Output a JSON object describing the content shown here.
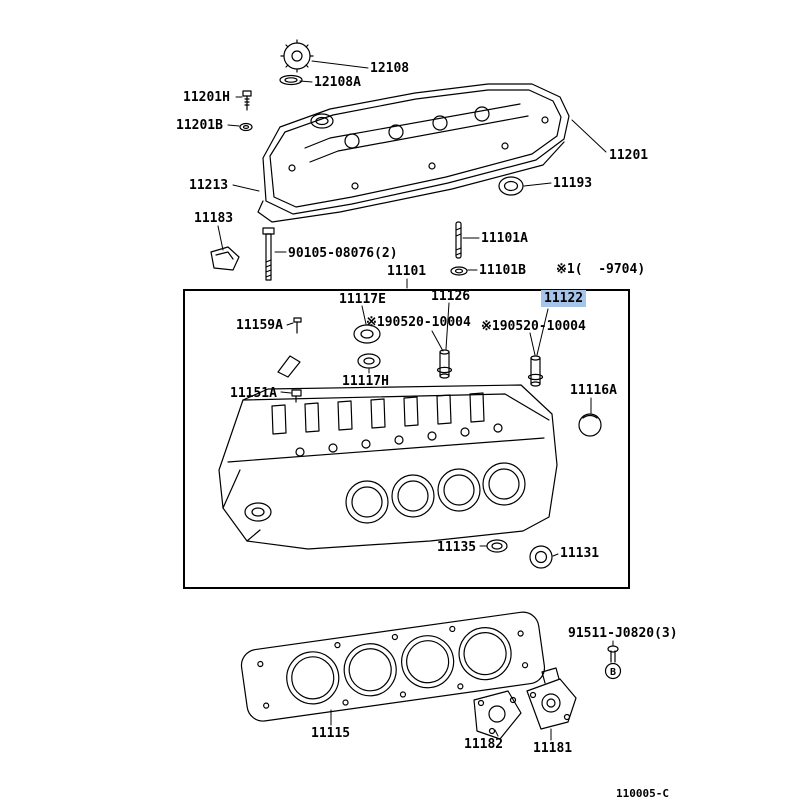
{
  "diagram": {
    "footer_code": "110005-C",
    "applicability_note": "※1(  -9704)",
    "highlighted_part": "11122",
    "highlight_color": "#A6C3EA",
    "line_color": "#000000",
    "background_color": "#ffffff"
  },
  "labels": {
    "p12108": "12108",
    "p12108A": "12108A",
    "p11201H": "11201H",
    "p11201B": "11201B",
    "p11201": "11201",
    "p11213": "11213",
    "p11193": "11193",
    "p11183": "11183",
    "p90105": "90105-08076(2)",
    "p11101A": "11101A",
    "p11101": "11101",
    "p11101B": "11101B",
    "p11117E": "11117E",
    "p11126": "11126",
    "p11122": "11122",
    "p11159A": "11159A",
    "p90520_left": "※190520-10004",
    "p90520_right": "※190520-10004",
    "p11117H": "11117H",
    "p11151A": "11151A",
    "p11116A": "11116A",
    "p11135": "11135",
    "p11131": "11131",
    "p91511": "91511-J0820(3)",
    "p11115": "11115",
    "p11182": "11182",
    "p11181": "11181"
  },
  "markers": {
    "bolt_marker": "B"
  }
}
